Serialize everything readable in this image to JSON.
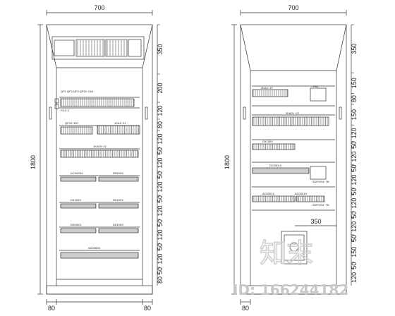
{
  "left_cabinet": {
    "width_label": "700",
    "height_label": "1800",
    "plinth_left": "80",
    "plinth_right": "80",
    "right_dims": [
      "350",
      "200",
      "120",
      "80",
      "120",
      "50",
      "120",
      "50",
      "120",
      "50",
      "120",
      "50",
      "120",
      "50",
      "120",
      "50",
      "80"
    ],
    "labels": {
      "qf_row": "QF1  QF2 QF3     QF20~218",
      "fu": "FU1~2",
      "qf_left": "QF20~Z01",
      "qf_right": "1KA1~21",
      "terminal_1": "1KA03~22",
      "dc_left": "DC04X04",
      "dc_right": "DN105X",
      "dk_left": "DK102X",
      "dk_right": "DK103X",
      "dn_left": "DK04X3",
      "dn_right": "DK105X",
      "ac": "AC0305X"
    }
  },
  "right_cabinet": {
    "width_label": "700",
    "height_label": "1800",
    "plinth_left": "80",
    "right_dims": [
      "350",
      "150",
      "80",
      "150",
      "120",
      "50",
      "120",
      "50",
      "120",
      "50",
      "120",
      "50",
      "120",
      "50",
      "150",
      "50",
      "120"
    ],
    "inner_dim": "350",
    "labels": {
      "top_row": "2KA4~19",
      "ps": "PS1",
      "terminal_2": "2KA01~22",
      "dx": "DX100X",
      "dc": "DC0301X",
      "dc_right": "SDFGS4~7N",
      "ac_left": "AC0301X",
      "ac_right": "AC0201X",
      "ac_tag": "SDFGS4~7N"
    }
  },
  "watermark": {
    "id_text": "ID: 166244182",
    "brand": "知末"
  }
}
